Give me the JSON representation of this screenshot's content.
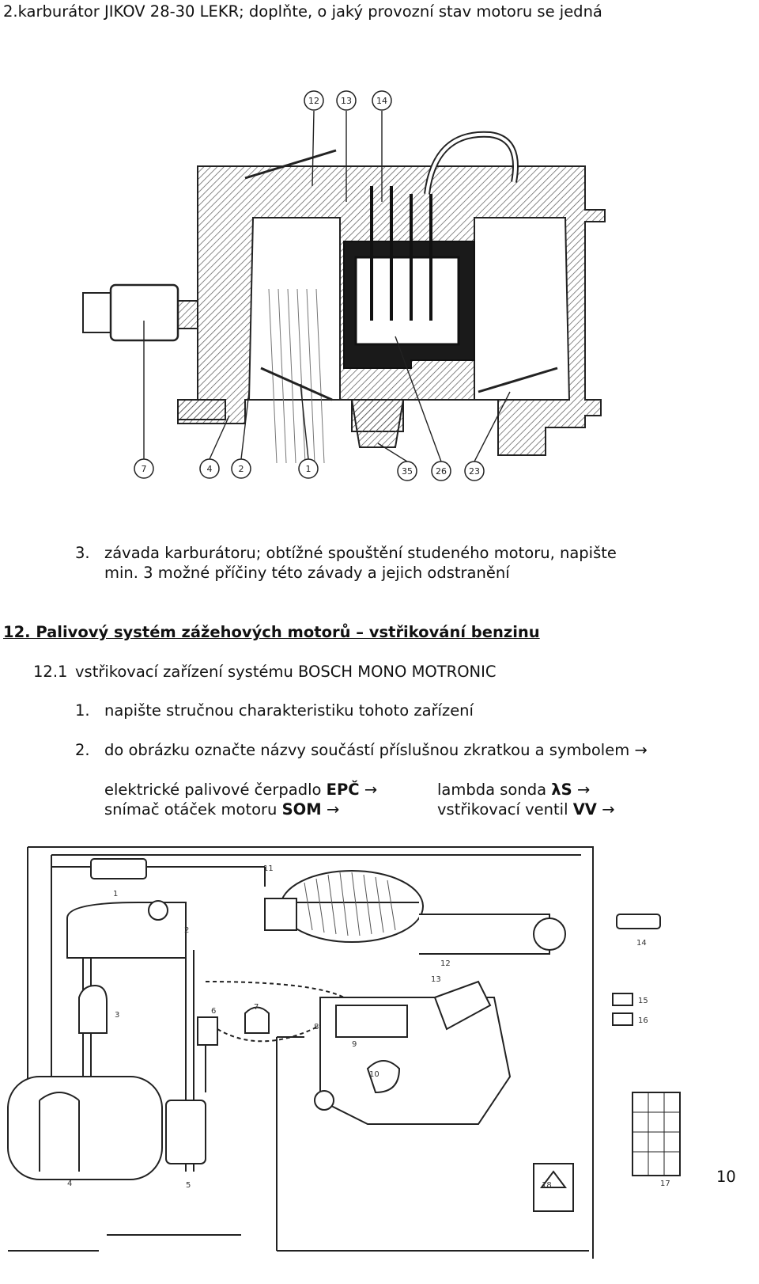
{
  "top_title": "2.karburátor JIKOV 28-30 LEKR; doplňte, o jaký provozní stav motoru se jedná",
  "carb_figure": {
    "callouts_top": [
      "12",
      "13",
      "14"
    ],
    "callouts_bottom": [
      "7",
      "4",
      "2",
      "1",
      "35",
      "26",
      "23"
    ]
  },
  "task3": {
    "number": "3.",
    "line1": "závada karburátoru; obtížné spouštění studeného motoru, napište",
    "line2": "min. 3 možné příčiny této závady a jejich odstranění"
  },
  "section": {
    "heading": "12. Palivový systém zážehových motorů – vstřikování benzinu",
    "sub_number": "12.1",
    "sub_title": "vstřikovací zařízení systému BOSCH MONO MOTRONIC",
    "item1_number": "1.",
    "item1_text": "napište stručnou charakteristiku tohoto zařízení",
    "item2_number": "2.",
    "item2_text": "do obrázku označte názvy součástí příslušnou zkratkou a symbolem →"
  },
  "legend": {
    "epc_text": "elektrické palivové čerpadlo ",
    "epc_abbr": "EPČ",
    "som_text": "snímač otáček motoru ",
    "som_abbr": "SOM",
    "ls_text": "lambda sonda ",
    "ls_abbr": "λS",
    "vv_text": "vstřikovací ventil ",
    "vv_abbr": "VV",
    "arrow": "→"
  },
  "system_figure": {
    "labels": [
      "1",
      "2",
      "3",
      "4",
      "5",
      "6",
      "7",
      "8",
      "9",
      "10",
      "11",
      "12",
      "13",
      "14",
      "15",
      "16",
      "17",
      "18"
    ]
  },
  "page_number": "10"
}
